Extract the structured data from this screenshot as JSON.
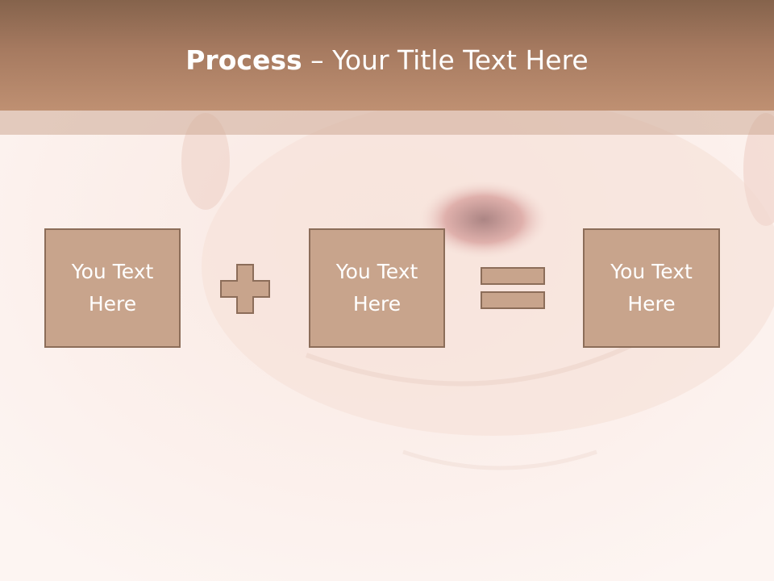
{
  "slide": {
    "title_bold": "Process",
    "title_sep": " – ",
    "title_rest": "Your Title Text Here"
  },
  "boxes": [
    {
      "text": "You Text Here"
    },
    {
      "text": "You Text Here"
    },
    {
      "text": "You Text Here"
    }
  ],
  "operators": [
    "plus-icon",
    "equals-icon"
  ],
  "colors": {
    "title_bar_top": "#85634c",
    "title_bar_bottom": "#bf9072",
    "box_fill": "#c8a48c",
    "box_border": "#8c6d59",
    "text": "#ffffff",
    "background": "#fbf0ec"
  }
}
